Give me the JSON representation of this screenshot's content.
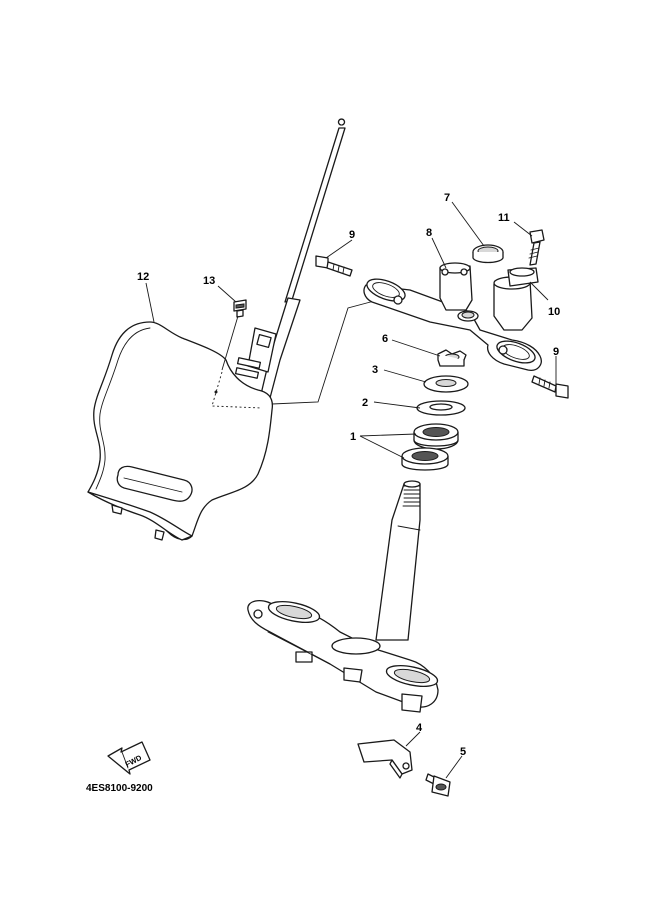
{
  "diagram": {
    "drawing_code": "4ES8100-9200",
    "fwd_label": "FWD",
    "callouts": {
      "c1": "1",
      "c2": "2",
      "c3": "3",
      "c4": "4",
      "c5": "5",
      "c6": "6",
      "c7": "7",
      "c8": "8",
      "c9a": "9",
      "c9b": "9",
      "c10": "10",
      "c11": "11",
      "c12": "12",
      "c13": "13"
    }
  }
}
